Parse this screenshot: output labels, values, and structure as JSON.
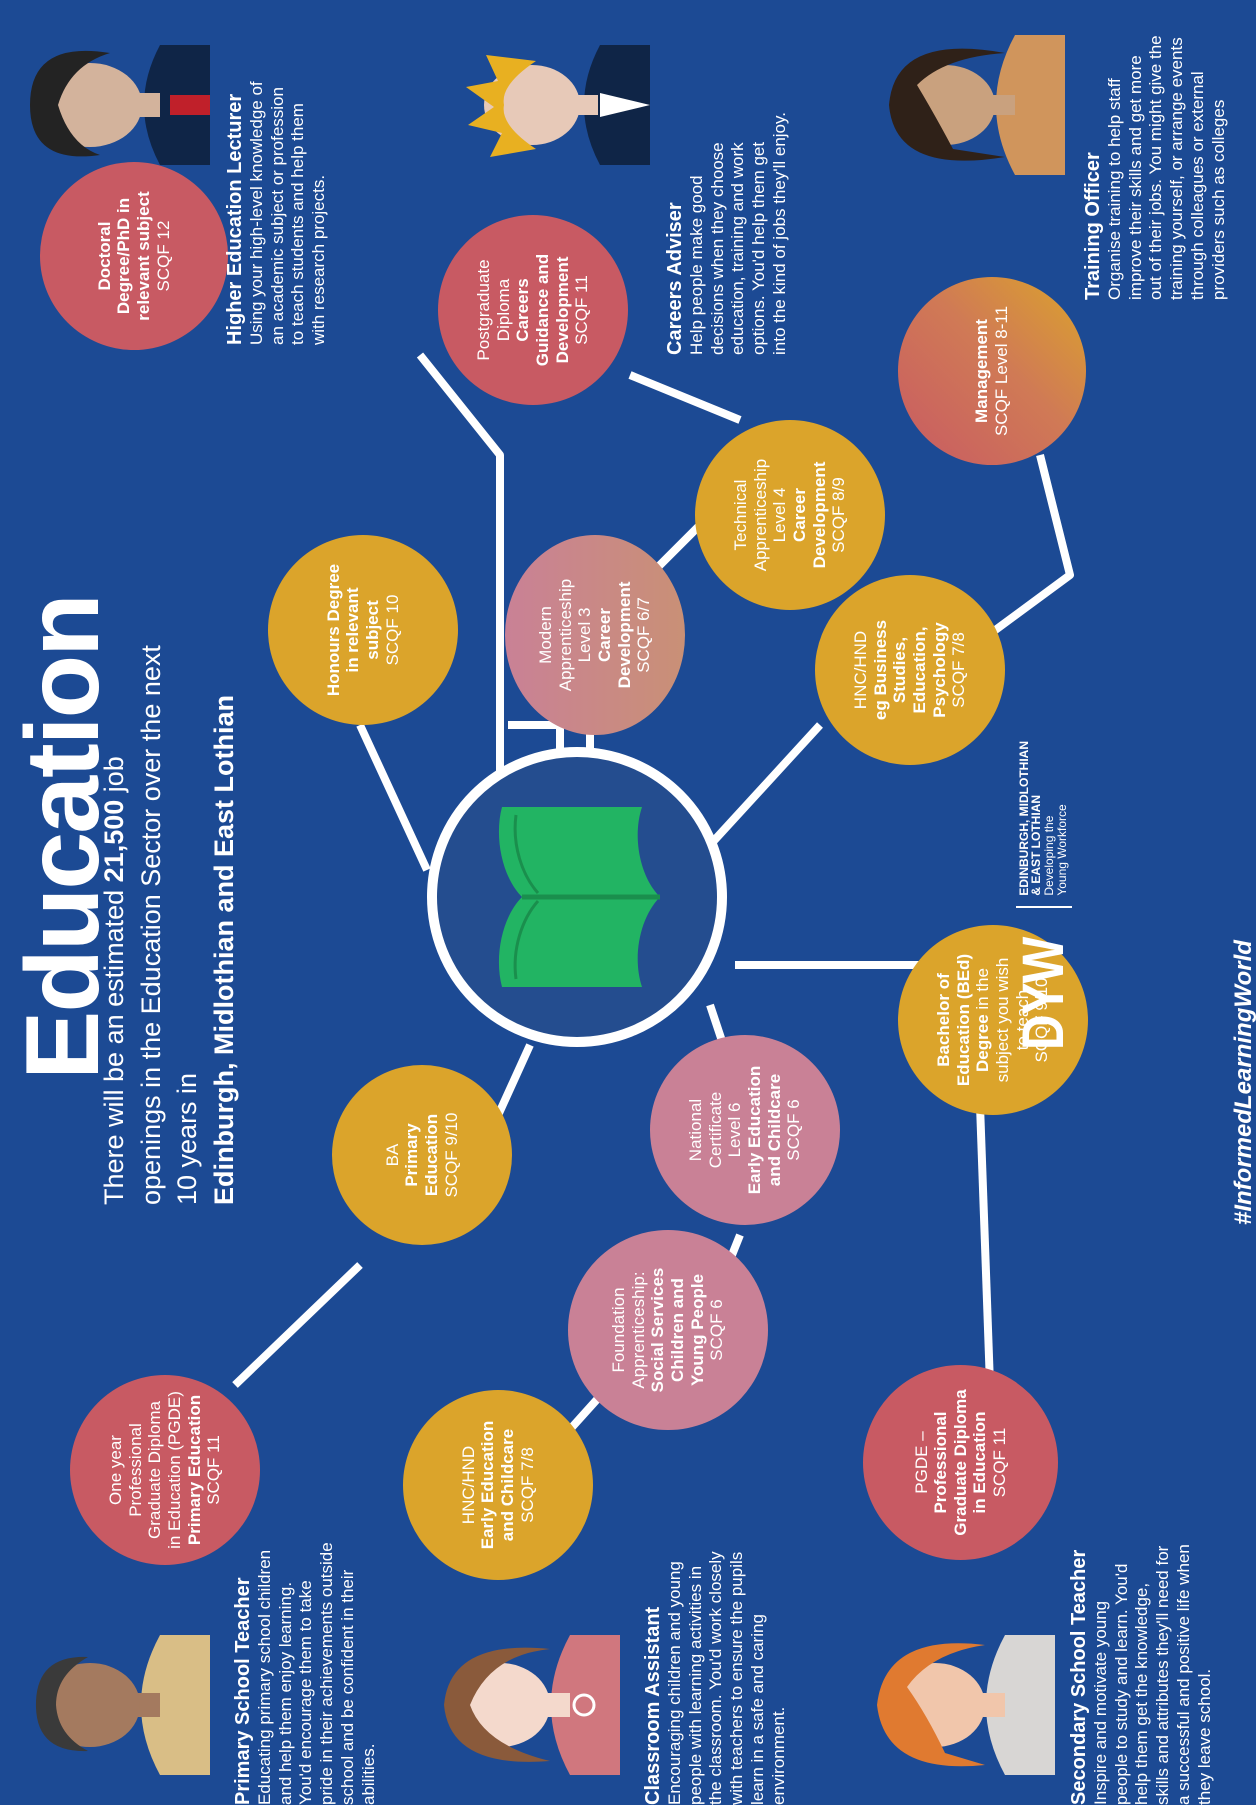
{
  "title": "Education",
  "intro": {
    "pre": "There will be an estimated ",
    "number": "21,500",
    "post": " job openings in the Education Sector over the next 10 years in",
    "location": "Edinburgh, Midlothian and East Lothian"
  },
  "nodes": {
    "doctoral": {
      "l1": "Doctoral",
      "l2": "Degree/PhD in",
      "l3": "relevant subject",
      "l4": "SCQF 12"
    },
    "honours": {
      "l1": "Honours Degree",
      "l2": "in relevant",
      "l3": "subject",
      "l4": "SCQF 10"
    },
    "pg_careers": {
      "l1": "Postgraduate",
      "l2": "Diploma",
      "l3": "Careers",
      "l4": "Guidance and",
      "l5": "Development",
      "l6": "SCQF 11"
    },
    "tech_app": {
      "l1": "Technical",
      "l2": "Apprenticeship",
      "l3": "Level 4",
      "l4": "Career",
      "l5": "Development",
      "l6": "SCQF 8/9"
    },
    "modern_app": {
      "l1": "Modern",
      "l2": "Apprenticeship",
      "l3": "Level 3",
      "l4": "Career",
      "l5": "Development",
      "l6": "SCQF 6/7"
    },
    "management": {
      "l1": "Management",
      "l2": "SCQF Level 8-11"
    },
    "hnc_business": {
      "l1": "HNC/HND",
      "l2": "eg Business",
      "l3": "Studies,",
      "l4": "Education,",
      "l5": "Psychology",
      "l6": "SCQF 7/8"
    },
    "ba_primary": {
      "l1": "BA",
      "l2": "Primary",
      "l3": "Education",
      "l4": "SCQF 9/10"
    },
    "pgde_primary": {
      "l1": "One year",
      "l2": "Professional",
      "l3": "Graduate Diploma",
      "l4": "in Education (PGDE)",
      "l5": "Primary Education",
      "l6": "SCQF 11"
    },
    "national_cert": {
      "l1": "National",
      "l2": "Certificate",
      "l3": "Level 6",
      "l4": "Early Education",
      "l5": "and Childcare",
      "l6": "SCQF 6"
    },
    "foundation_app": {
      "l1": "Foundation",
      "l2": "Apprenticeship:",
      "l3": "Social Services",
      "l4": "Children and",
      "l5": "Young People",
      "l6": "SCQF 6"
    },
    "hnc_early": {
      "l1": "HNC/HND",
      "l2": "Early Education",
      "l3": "and Childcare",
      "l4": "SCQF 7/8"
    },
    "bed": {
      "l1": "Bachelor of",
      "l2": "Education (BEd)",
      "l3": "Degree",
      "l3b": " in the",
      "l4": "subject you wish",
      "l5": "to teach",
      "l6": "SCQF 9/10"
    },
    "pgde_secondary": {
      "l1": "PGDE –",
      "l2": "Professional",
      "l3": "Graduate Diploma",
      "l4": "in Education",
      "l5": "SCQF 11"
    }
  },
  "jobs": {
    "lecturer": {
      "title": "Higher Education Lecturer",
      "l1": "Using your high-level knowledge of",
      "l2": "an academic subject or profession",
      "l3": "to teach students and help them",
      "l4": "with research projects."
    },
    "careers": {
      "title": "Careers Adviser",
      "l1": "Help people make good",
      "l2": "decisions when they choose",
      "l3": "education, training and work",
      "l4": "options. You'd help them get",
      "l5": "into the kind of jobs they'll enjoy."
    },
    "training": {
      "title": "Training Officer",
      "l1": "Organise training to help staff",
      "l2": "improve their skills and get more",
      "l3": "out of their jobs. You might give the",
      "l4": "training yourself, or arrange events",
      "l5": "through colleagues or external",
      "l6": "providers such as colleges"
    },
    "primary": {
      "title": "Primary School Teacher",
      "l1": "Educating primary school  children",
      "l2": "and help them enjoy learning.",
      "l3": "You'd encourage them to take",
      "l4": "pride in their achievements outside",
      "l5": "school and be confident in their",
      "l6": "abilities."
    },
    "assistant": {
      "title": "Classroom Assistant",
      "l1": "Encouraging children and young",
      "l2": "people with learning activities in",
      "l3": "the classroom. You'd work closely",
      "l4": "with teachers to ensure the pupils",
      "l5": "learn in a safe and caring",
      "l6": "environment."
    },
    "secondary": {
      "title": "Secondary School Teacher",
      "l1": "Inspire and motivate young",
      "l2": "people to study and learn. You'd",
      "l3": "help them get the knowledge,",
      "l4": "skills and attributes they'll need for",
      "l5": "a successful and positive life when",
      "l6": "they leave school."
    }
  },
  "logo": {
    "mark": "DYW",
    "line1": "EDINBURGH, MIDLOTHIAN",
    "line2": "& EAST LOTHIAN",
    "line3": "Developing the",
    "line4": "Young Workforce"
  },
  "hashtag": "#InformedLearningWorld",
  "colors": {
    "background": "#1c4a94",
    "red": "#c85a63",
    "gold": "#dba42b",
    "pink": "#c98196",
    "hub": "#244d8f",
    "book": "#22b463"
  }
}
